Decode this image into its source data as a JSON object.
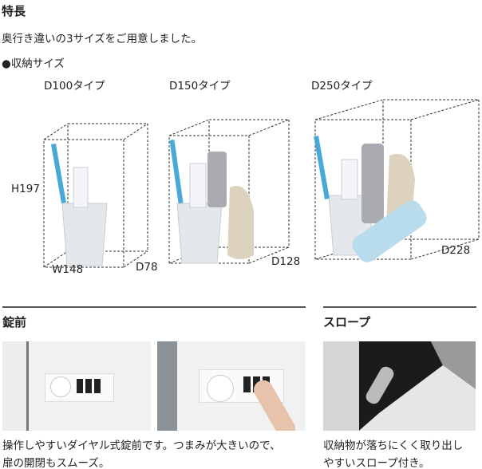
{
  "features": {
    "heading": "特長",
    "intro": "奥行き違いの3サイズをご用意しました。",
    "storage_heading": "●収納サイズ",
    "types": [
      {
        "label": "D100タイプ",
        "depth_label": "D78"
      },
      {
        "label": "D150タイプ",
        "depth_label": "D128"
      },
      {
        "label": "D250タイプ",
        "depth_label": "D228"
      }
    ],
    "height_label": "H197",
    "width_label": "W148"
  },
  "lock": {
    "heading": "錠前",
    "caption_line1": "操作しやすいダイヤル式錠前です。つまみが大きいので、",
    "caption_line2": "扉の開閉もスムーズ。"
  },
  "slope": {
    "heading": "スロープ",
    "caption_line1": "収納物が落ちにくく取り出し",
    "caption_line2": "やすいスロープ付き。"
  }
}
